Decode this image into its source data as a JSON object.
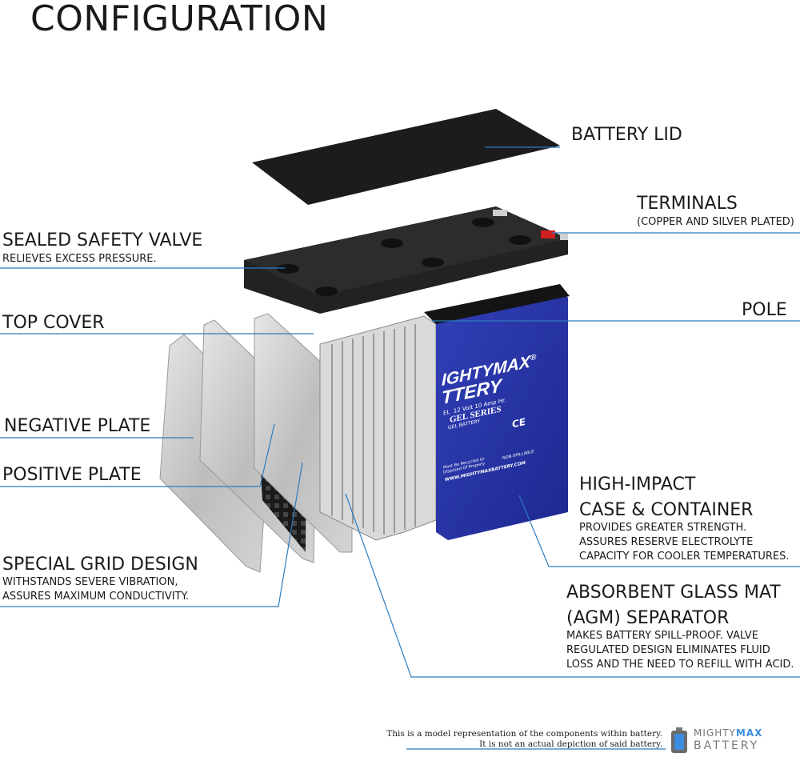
{
  "title": "CONFIGURATION",
  "labels": {
    "battery_lid": "BATTERY LID",
    "terminals": "TERMINALS",
    "terminals_sub": "(COPPER AND SILVER PLATED)",
    "sealed_valve": "SEALED SAFETY VALVE",
    "sealed_valve_sub": "RELIEVES EXCESS PRESSURE.",
    "top_cover": "TOP COVER",
    "pole": "POLE",
    "negative_plate": "NEGATIVE PLATE",
    "positive_plate": "POSITIVE PLATE",
    "case_line1": "HIGH-IMPACT",
    "case_line2": "CASE & CONTAINER",
    "case_sub": [
      "PROVIDES GREATER STRENGTH.",
      "ASSURES RESERVE ELECTROLYTE",
      "CAPACITY FOR COOLER TEMPERATURES."
    ],
    "grid": "SPECIAL GRID DESIGN",
    "grid_sub": [
      "WITHSTANDS SEVERE VIBRATION,",
      "ASSURES MAXIMUM CONDUCTIVITY."
    ],
    "agm_line1": "ABSORBENT GLASS MAT",
    "agm_line2": "(AGM) SEPARATOR",
    "agm_sub": [
      "MAKES BATTERY SPILL-PROOF. VALVE",
      "REGULATED DESIGN ELIMINATES FLUID",
      "LOSS AND THE NEED TO REFILL WITH ACID."
    ]
  },
  "battery_label": {
    "brand_line1": "IGHTYMAX",
    "brand_line2": "TTERY",
    "registered": "®",
    "model_letter": "EL",
    "spec": "12 Volt 10 Amp Hr.",
    "series": "GEL SERIES",
    "type": "GEL BATTERY",
    "cert": "CE",
    "recycle_note": "Must Be Recycled Or Disposed Of Properly",
    "nonspill": "NON-SPILLABLE",
    "website": "WWW.MIGHTYMAXBATTERY.COM"
  },
  "footer": {
    "line1": "This is a model representation of the components within battery.",
    "line2": "It is not an actual depiction of said battery."
  },
  "logo": {
    "top_a": "MIGHTY",
    "top_b": "MAX",
    "bottom": "BATTERY"
  },
  "colors": {
    "leader": "#2b7cbf",
    "battery_blue": "#2a36a8",
    "lid": "#1c1c1c",
    "plate": "#c9c9c9"
  }
}
